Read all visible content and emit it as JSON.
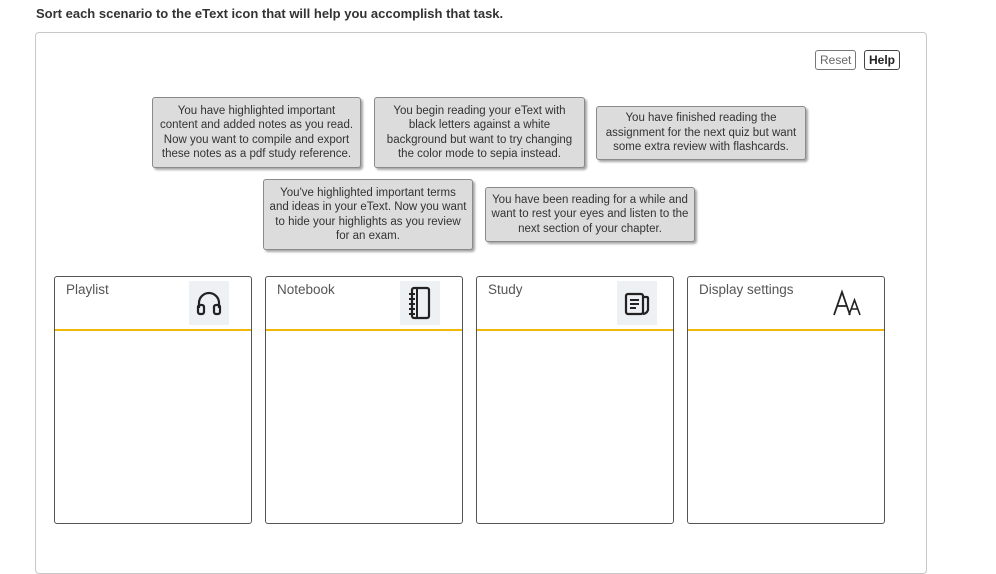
{
  "instructions": "Sort each scenario to the eText icon that will help you accomplish that task.",
  "toolbar": {
    "reset_label": "Reset",
    "help_label": "Help"
  },
  "cards": [
    "You have highlighted important content and added notes as you read. Now you want to compile and export these notes as a pdf study reference.",
    "You begin reading your eText with black letters against a white background but want to try changing the color mode to sepia instead.",
    "You have finished reading the assignment for the next quiz but want some extra review with flashcards.",
    "You've highlighted important terms and ideas in your eText. Now you want to hide your highlights as you review for an exam.",
    "You have been reading for a while and want to rest your eyes and listen to the next section of your chapter."
  ],
  "zones": [
    {
      "label": "Playlist",
      "icon": "headphones-icon"
    },
    {
      "label": "Notebook",
      "icon": "notebook-icon"
    },
    {
      "label": "Study",
      "icon": "flashcards-icon"
    },
    {
      "label": "Display settings",
      "icon": "font-size-icon"
    }
  ],
  "colors": {
    "accent": "#f2b705",
    "card_bg": "#dcdcdc",
    "card_border": "#8a8a8a"
  }
}
